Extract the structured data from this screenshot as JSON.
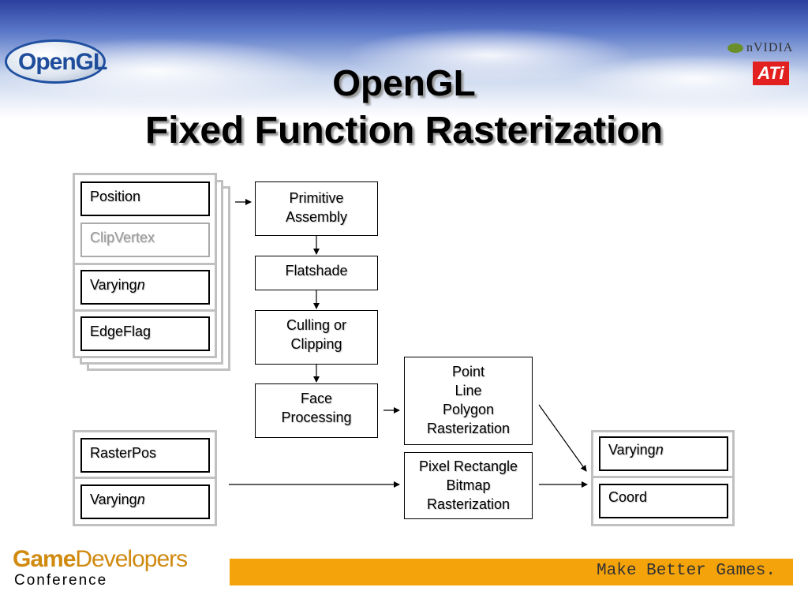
{
  "header": {
    "title_line1": "OpenGL",
    "title_line2": "Fixed Function Rasterization",
    "logo_opengl": "OpenGL",
    "logo_nvidia": "nVIDIA",
    "logo_ati": "ATi"
  },
  "vertex_group": {
    "position": "Position",
    "clipvertex": "ClipVertex",
    "varying_prefix": "Varying",
    "varying_suffix": "n",
    "edgeflag": "EdgeFlag"
  },
  "raster_group": {
    "rasterpos": "RasterPos",
    "varying_prefix": "Varying",
    "varying_suffix": "n"
  },
  "pipeline": {
    "primitive_assembly": [
      "Primitive",
      "Assembly"
    ],
    "flatshade": [
      "Flatshade"
    ],
    "culling": [
      "Culling or",
      "Clipping"
    ],
    "face_processing": [
      "Face",
      "Processing"
    ],
    "point_line": [
      "Point",
      "Line",
      "Polygon",
      "Rasterization"
    ],
    "pixel_rect": [
      "Pixel Rectangle",
      "Bitmap",
      "Rasterization"
    ]
  },
  "output_group": {
    "varying_prefix": "Varying",
    "varying_suffix": "n",
    "coord": "Coord"
  },
  "footer": {
    "brand_game": "Game",
    "brand_developers": "Developers",
    "brand_conference": "Conference",
    "tagline": "Make Better Games."
  },
  "colors": {
    "footer_bar": "#f5a30a",
    "brand_orange": "#d08a10"
  }
}
